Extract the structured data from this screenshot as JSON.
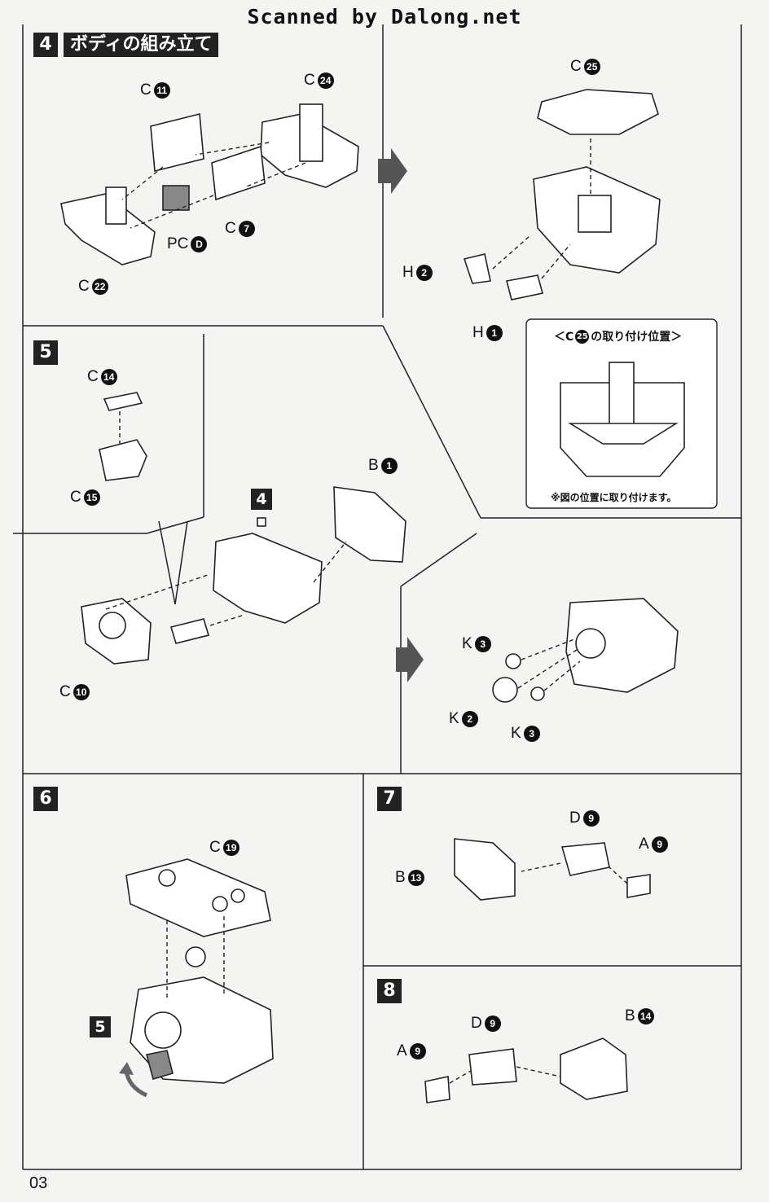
{
  "header": {
    "scan_credit": "Scanned by Dalong.net"
  },
  "step4": {
    "number": "4",
    "title": "ボディの組み立て"
  },
  "step5": {
    "number": "5",
    "subref": "4"
  },
  "step6": {
    "number": "6",
    "subref": "5"
  },
  "step7": {
    "number": "7"
  },
  "step8": {
    "number": "8"
  },
  "note": {
    "prefix": "＜C",
    "num": "25",
    "suffix": "の取り付け位置＞",
    "footer": "※図の位置に取り付けます。"
  },
  "parts": {
    "p4_c11": {
      "letter": "C",
      "num": "11"
    },
    "p4_c24": {
      "letter": "C",
      "num": "24"
    },
    "p4_c7": {
      "letter": "C",
      "num": "7"
    },
    "p4_pcd": {
      "letter": "PC",
      "num": "D"
    },
    "p4_c22": {
      "letter": "C",
      "num": "22"
    },
    "p4b_c25": {
      "letter": "C",
      "num": "25"
    },
    "p4b_h2": {
      "letter": "H",
      "num": "2"
    },
    "p4b_h1": {
      "letter": "H",
      "num": "1"
    },
    "p5_c14": {
      "letter": "C",
      "num": "14"
    },
    "p5_c15": {
      "letter": "C",
      "num": "15"
    },
    "p5_b1": {
      "letter": "B",
      "num": "1"
    },
    "p5_c10": {
      "letter": "C",
      "num": "10"
    },
    "p5_k3a": {
      "letter": "K",
      "num": "3"
    },
    "p5_k2": {
      "letter": "K",
      "num": "2"
    },
    "p5_k3b": {
      "letter": "K",
      "num": "3"
    },
    "p6_c19": {
      "letter": "C",
      "num": "19"
    },
    "p7_d9": {
      "letter": "D",
      "num": "9"
    },
    "p7_a9": {
      "letter": "A",
      "num": "9"
    },
    "p7_b13": {
      "letter": "B",
      "num": "13"
    },
    "p8_d9": {
      "letter": "D",
      "num": "9"
    },
    "p8_b14": {
      "letter": "B",
      "num": "14"
    },
    "p8_a9": {
      "letter": "A",
      "num": "9"
    }
  },
  "page": {
    "number": "03"
  }
}
